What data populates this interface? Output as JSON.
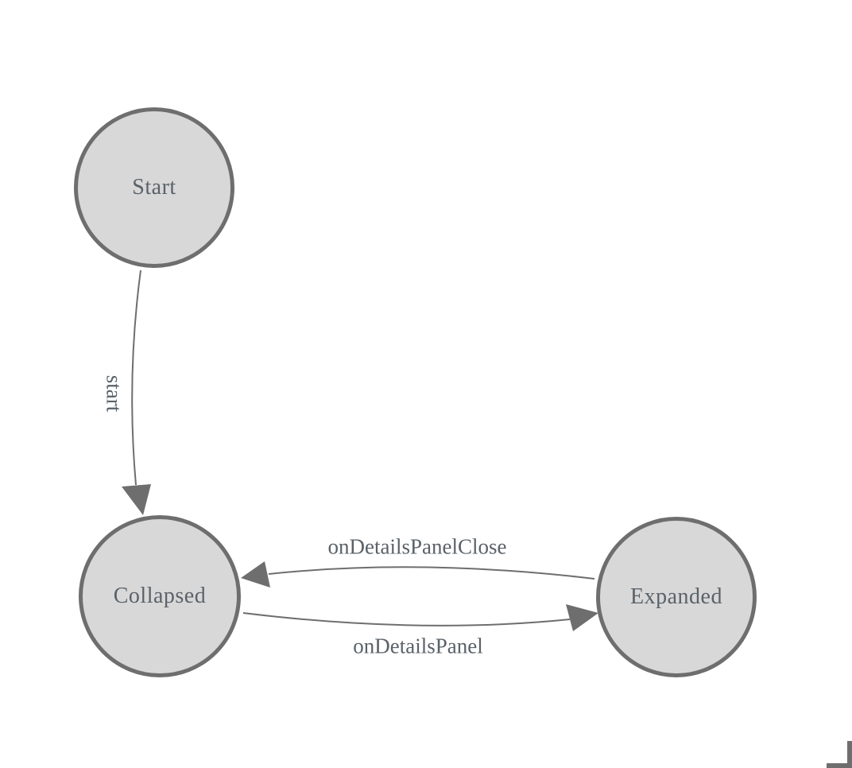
{
  "diagram": {
    "type": "state-machine",
    "background_color": "#ffffff",
    "node_fill_color": "#d8d8d8",
    "node_border_color": "#6e6e6e",
    "edge_color": "#6e6e6e",
    "text_color": "#5a6269",
    "nodes": [
      {
        "id": "start",
        "label": "Start"
      },
      {
        "id": "collapsed",
        "label": "Collapsed"
      },
      {
        "id": "expanded",
        "label": "Expanded"
      }
    ],
    "edges": [
      {
        "from": "Start",
        "to": "Collapsed",
        "label": "start",
        "label_rotation_deg": 90
      },
      {
        "from": "Expanded",
        "to": "Collapsed",
        "label": "onDetailsPanelClose",
        "label_rotation_deg": 0
      },
      {
        "from": "Collapsed",
        "to": "Expanded",
        "label": "onDetailsPanel",
        "label_rotation_deg": 0
      }
    ],
    "corner_marker": {
      "icon": "resize-corner-icon",
      "position": "bottom-right",
      "color": "#6e6e6e"
    }
  }
}
